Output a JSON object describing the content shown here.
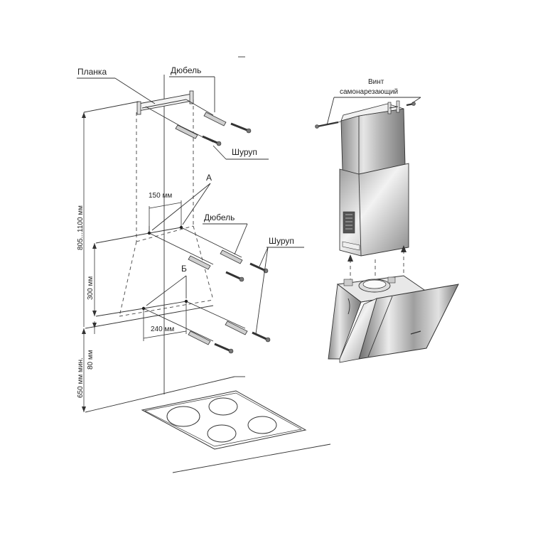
{
  "labels": {
    "planka": "Планка",
    "dubel_top": "Дюбель",
    "shurup_top": "Шуруп",
    "point_a": "А",
    "dubel_mid": "Дюбель",
    "shurup_mid": "Шуруп",
    "point_b": "Б",
    "vint_line1": "Винт",
    "vint_line2": "самонарезающий"
  },
  "dimensions": {
    "d150": "150 мм",
    "d240": "240 мм",
    "d805": "805...1100 мм",
    "d300": "300 мм",
    "d80": "80 мм",
    "d650": "650 мм мин."
  }
}
